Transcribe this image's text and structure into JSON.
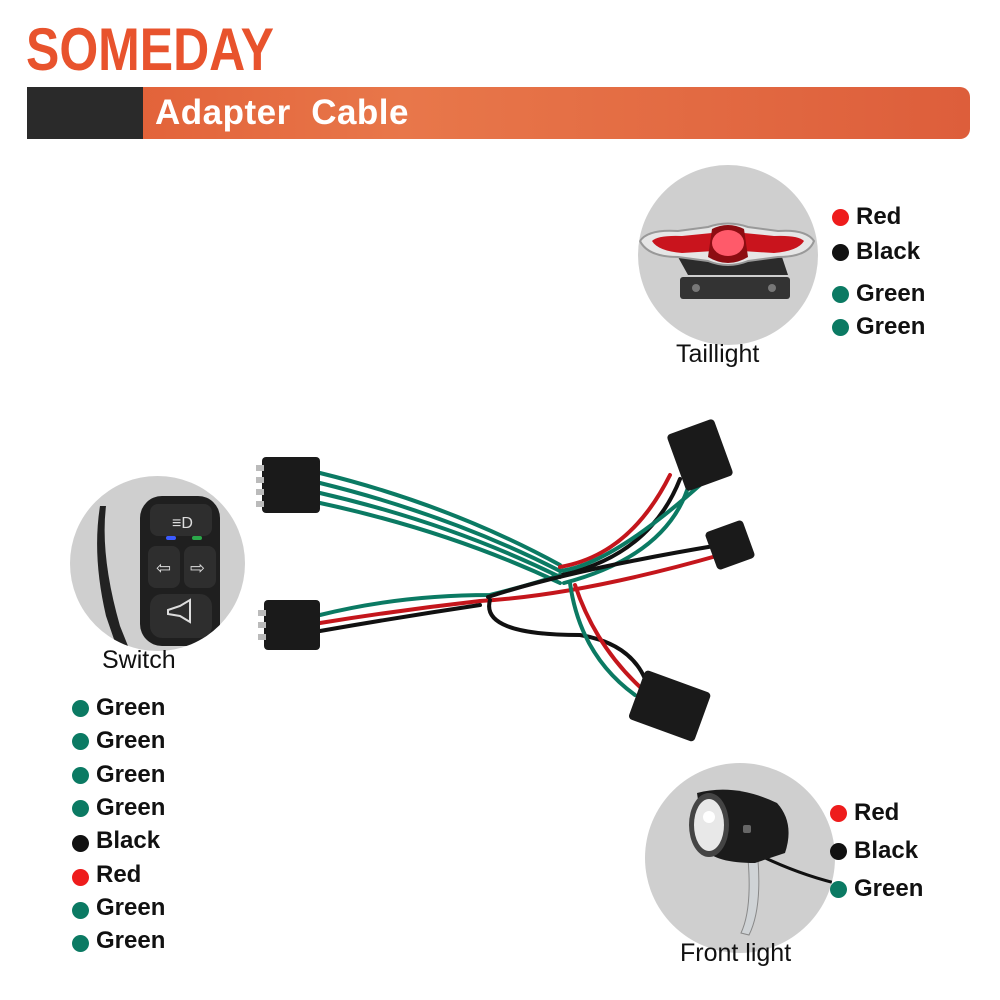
{
  "brand": {
    "logo_text": "SOMEDAY",
    "color": "#e8532d"
  },
  "header": {
    "title": "Adapter  Cable",
    "bar_color": "#e06a40",
    "dark_color": "#2a2a2a"
  },
  "taillight": {
    "caption": "Taillight",
    "wires": [
      {
        "label": "Red",
        "color": "#ee1c1c"
      },
      {
        "label": "Black",
        "color": "#111111"
      },
      {
        "label": "Green",
        "color": "#0b7a63"
      },
      {
        "label": "Green",
        "color": "#0b7a63"
      }
    ]
  },
  "switch": {
    "caption": "Switch",
    "wires": [
      {
        "label": "Green",
        "color": "#0b7a63"
      },
      {
        "label": "Green",
        "color": "#0b7a63"
      },
      {
        "label": "Green",
        "color": "#0b7a63"
      },
      {
        "label": "Green",
        "color": "#0b7a63"
      },
      {
        "label": "Black",
        "color": "#111111"
      },
      {
        "label": "Red",
        "color": "#ee1c1c"
      },
      {
        "label": "Green",
        "color": "#0b7a63"
      },
      {
        "label": "Green",
        "color": "#0b7a63"
      }
    ]
  },
  "frontlight": {
    "caption": "Front light",
    "wires": [
      {
        "label": "Red",
        "color": "#ee1c1c"
      },
      {
        "label": "Black",
        "color": "#111111"
      },
      {
        "label": "Green",
        "color": "#0b7a63"
      }
    ]
  }
}
